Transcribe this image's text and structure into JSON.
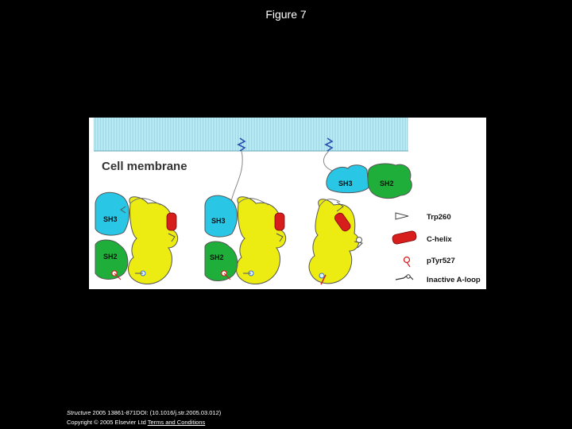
{
  "page": {
    "title": "Figure 7"
  },
  "diagram": {
    "membrane_label": "Cell membrane",
    "domain_labels": {
      "sh3": "SH3",
      "sh2": "SH2"
    },
    "legend": [
      {
        "label": "Trp260",
        "icon": "triangle-icon"
      },
      {
        "label": "C-helix",
        "icon": "cylinder-icon"
      },
      {
        "label": "pTyr527",
        "icon": "phospho-tyrosine-icon"
      },
      {
        "label": "Inactive A-loop",
        "icon": "a-loop-icon"
      }
    ],
    "colors": {
      "membrane": "#b8e2ec",
      "sh3": "#29c6e6",
      "sh2": "#1fae3a",
      "kinase": "#ecec12",
      "c_helix": "#d81d1d",
      "outline": "#555555"
    }
  },
  "citation": {
    "journal": "Structure",
    "details": " 2005 13861-871DOI: (10.1016/j.str.2005.03.012)",
    "copyright": "Copyright © 2005 Elsevier Ltd ",
    "link": "Terms and Conditions"
  }
}
